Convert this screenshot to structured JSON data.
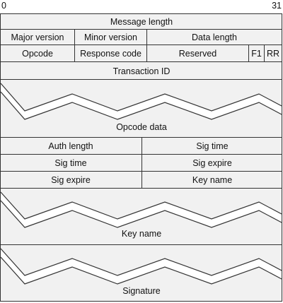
{
  "ruler": {
    "start": "0",
    "end": "31"
  },
  "rows": {
    "message_length": "Message length",
    "major_version": "Major version",
    "minor_version": "Minor version",
    "data_length": "Data length",
    "opcode": "Opcode",
    "response_code": "Response code",
    "reserved": "Reserved",
    "f1": "F1",
    "rr": "RR",
    "transaction_id": "Transaction ID",
    "opcode_data": "Opcode data",
    "auth_length": "Auth length",
    "sig_time_1": "Sig time",
    "sig_time_2": "Sig time",
    "sig_expire_1": "Sig expire",
    "sig_expire_2": "Sig expire",
    "key_name_1": "Key name",
    "key_name_2": "Key name",
    "signature": "Signature"
  }
}
